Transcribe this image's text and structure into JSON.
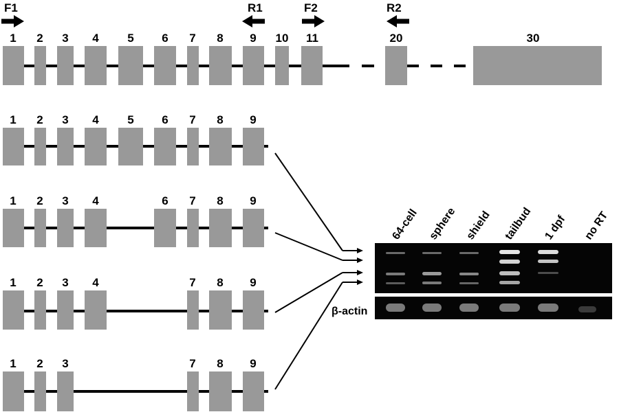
{
  "gene": {
    "exon_labels": [
      "1",
      "2",
      "3",
      "4",
      "5",
      "6",
      "7",
      "8",
      "9",
      "10",
      "11",
      "20",
      "30"
    ]
  },
  "primers": [
    {
      "label": "F1",
      "direction": "right"
    },
    {
      "label": "R1",
      "direction": "left"
    },
    {
      "label": "F2",
      "direction": "right"
    },
    {
      "label": "R2",
      "direction": "left"
    }
  ],
  "isoforms": [
    {
      "exons": [
        "1",
        "2",
        "3",
        "4",
        "5",
        "6",
        "7",
        "8",
        "9"
      ]
    },
    {
      "exons": [
        "1",
        "2",
        "3",
        "4",
        "6",
        "7",
        "8",
        "9"
      ]
    },
    {
      "exons": [
        "1",
        "2",
        "3",
        "4",
        "7",
        "8",
        "9"
      ]
    },
    {
      "exons": [
        "1",
        "2",
        "3",
        "7",
        "8",
        "9"
      ]
    }
  ],
  "gel": {
    "lanes": [
      "64-cell",
      "sphere",
      "shield",
      "tailbud",
      "1 dpf",
      "no RT"
    ],
    "control_label": "β-actin"
  },
  "colors": {
    "exon": "#999999",
    "intron": "#000000",
    "gel_background": "#050505",
    "band": "#d8d8d8"
  }
}
